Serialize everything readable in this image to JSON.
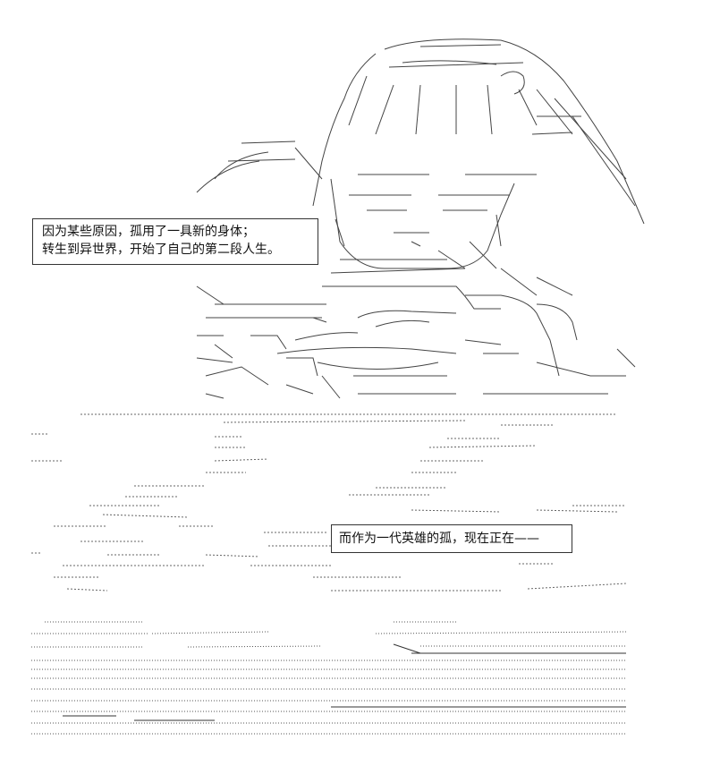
{
  "captions": {
    "first": {
      "line1": "因为某些原因，孤用了一具新的身体；",
      "line2": "转生到异世界，开始了自己的第二段人生。"
    },
    "second": {
      "line1": "而作为一代英雄的孤，现在正在——"
    }
  },
  "colors": {
    "ink": "#222222",
    "background": "#ffffff"
  }
}
